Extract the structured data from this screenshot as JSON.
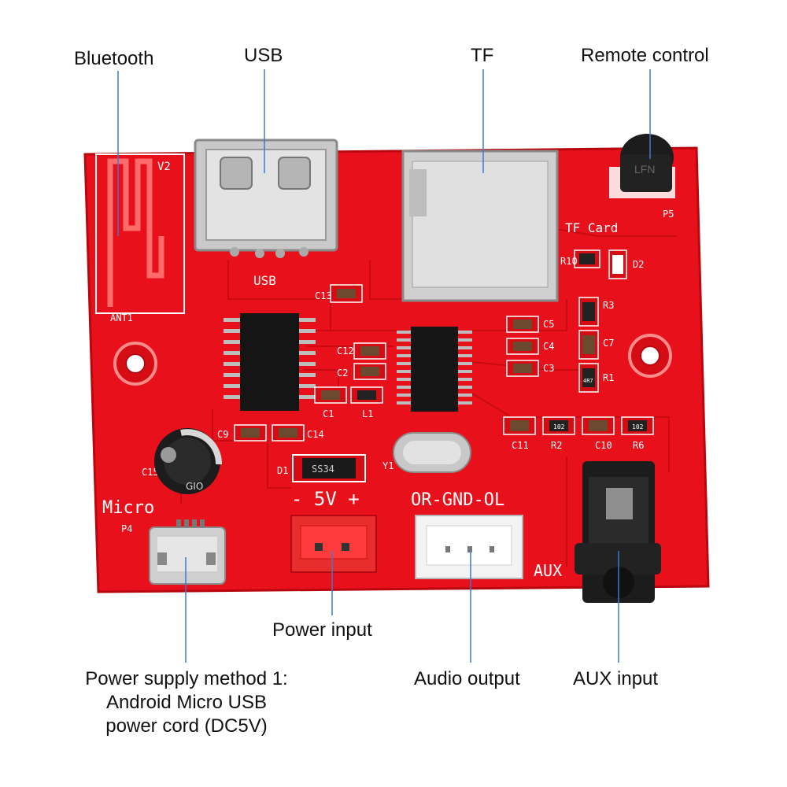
{
  "callouts": {
    "bluetooth": "Bluetooth",
    "usb": "USB",
    "tf": "TF",
    "remote_control": "Remote control",
    "power_input": "Power input",
    "power_supply_line1": "Power supply method 1:",
    "power_supply_line2": "Android Micro USB",
    "power_supply_line3": "power cord (DC5V)",
    "audio_output": "Audio output",
    "aux_input": "AUX input"
  },
  "silkscreen": {
    "v2": "V2",
    "ant1": "ANT1",
    "usb": "USB",
    "tf_card": "TF Card",
    "p5": "P5",
    "ir_receiver": "LFN",
    "micro": "Micro",
    "p4": "P4",
    "power_pins": "- 5V +",
    "audio_pins": "OR-GND-OL",
    "aux": "AUX",
    "diode": "SS34",
    "d1": "D1",
    "y1": "Y1",
    "c15": "C15",
    "cap_text": "GIO",
    "c13": "C13",
    "c12": "C12",
    "c2": "C2",
    "c1": "C1",
    "l1": "L1",
    "c9": "C9",
    "c14": "C14",
    "c5": "C5",
    "c4": "C4",
    "c3": "C3",
    "r10": "R10",
    "d2": "D2",
    "r3": "R3",
    "c7": "C7",
    "r1": "R1",
    "c11": "C11",
    "r2": "R2",
    "c10": "C10",
    "r6": "R6",
    "res_code_102": "102",
    "res_code_4r7": "4R7"
  },
  "colors": {
    "pcb": "#e8111b",
    "pcb_dark": "#b8070f",
    "silkscreen": "#ffffff",
    "leader_line": "#3a7bd5"
  }
}
